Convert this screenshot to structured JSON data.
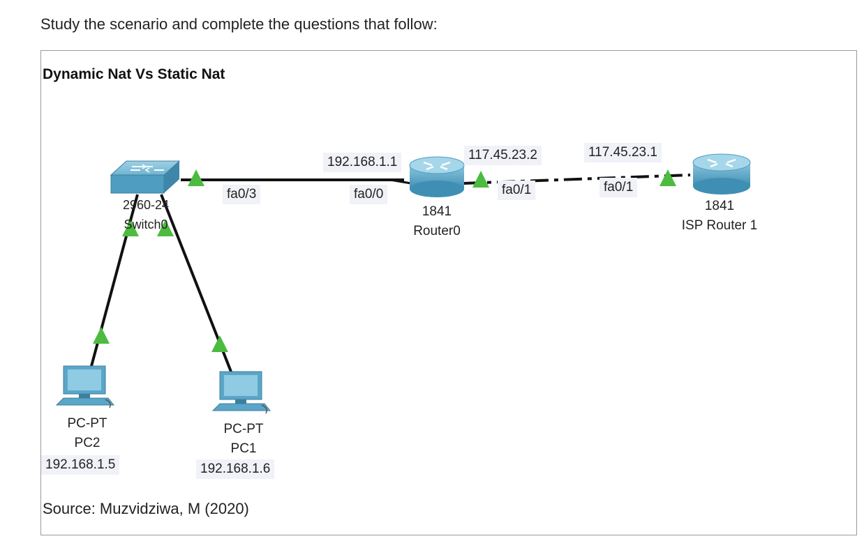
{
  "instruction": "Study the scenario and complete the questions that follow:",
  "figure": {
    "title": "Dynamic Nat Vs Static Nat",
    "source": "Source: Muzvidziwa, M (2020)"
  },
  "devices": {
    "switch0": {
      "model": "2960-24",
      "name": "Switch0",
      "icon": "switch-icon"
    },
    "router0": {
      "model": "1841",
      "name": "Router0",
      "icon": "router-icon"
    },
    "isp_router": {
      "model": "1841",
      "name": "ISP Router 1",
      "icon": "router-icon"
    },
    "pc2": {
      "type": "PC-PT",
      "name": "PC2",
      "ip": "192.168.1.5",
      "icon": "pc-icon"
    },
    "pc1": {
      "type": "PC-PT",
      "name": "PC1",
      "ip": "192.168.1.6",
      "icon": "pc-icon"
    }
  },
  "interfaces": {
    "switch_fa03": "fa0/3",
    "router0_fa00": "fa0/0",
    "router0_fa00_ip": "192.168.1.1",
    "router0_fa01": "fa0/1",
    "router0_fa01_ip": "117.45.23.2",
    "isp_fa01": "fa0/1",
    "isp_fa01_ip": "117.45.23.1"
  },
  "colors": {
    "link": "#111111",
    "link_up_marker": "#4cbb3f",
    "device_blue": "#5aa6c8",
    "label_bg": "#f0f2f8"
  }
}
